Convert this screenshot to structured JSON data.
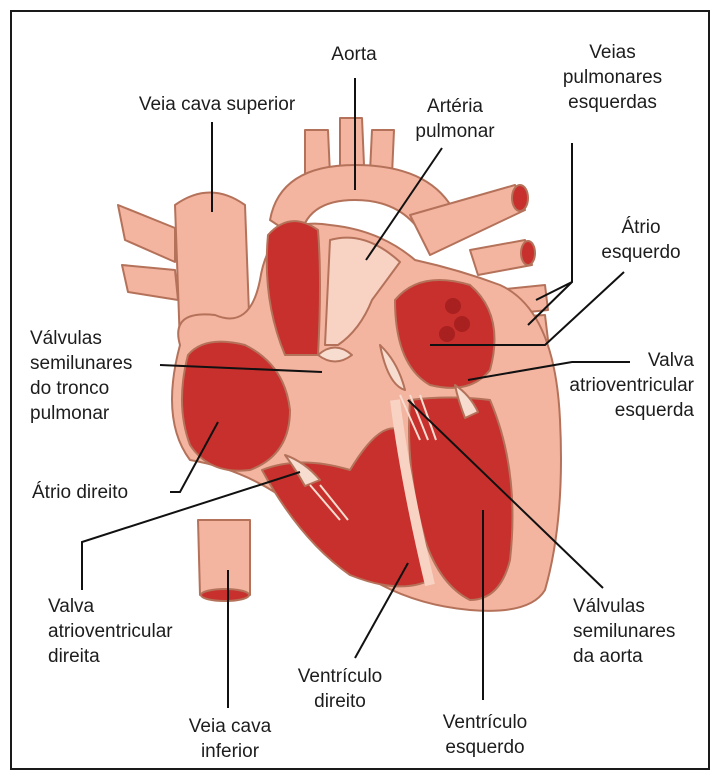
{
  "colors": {
    "outline": "#b5725a",
    "vessel": "#f3b4a0",
    "vessel_light": "#f8d3c4",
    "chamber": "#c8302d",
    "chamber_dark": "#a8201f",
    "valve": "#f7dcd0",
    "line": "#111111"
  },
  "labels": {
    "aorta": "Aorta",
    "veia_cava_superior": "Veia cava superior",
    "arteria_pulmonar": [
      "Artéria",
      "pulmonar"
    ],
    "veias_pulmonares": [
      "Veias",
      "pulmonares",
      "esquerdas"
    ],
    "atrio_esquerdo": [
      "Átrio",
      "esquerdo"
    ],
    "valvulas_tronco": [
      "Válvulas",
      "semilunares",
      "do tronco",
      "pulmonar"
    ],
    "valva_av_esquerda": [
      "Valva",
      "atrioventricular",
      "esquerda"
    ],
    "atrio_direito": "Átrio direito",
    "valva_av_direita": [
      "Valva",
      "atrioventricular",
      "direita"
    ],
    "valvulas_aorta": [
      "Válvulas",
      "semilunares",
      "da aorta"
    ],
    "ventriculo_direito": [
      "Ventrículo",
      "direito"
    ],
    "veia_cava_inferior": [
      "Veia cava",
      "inferior"
    ],
    "ventriculo_esquerdo": [
      "Ventrículo",
      "esquerdo"
    ]
  }
}
